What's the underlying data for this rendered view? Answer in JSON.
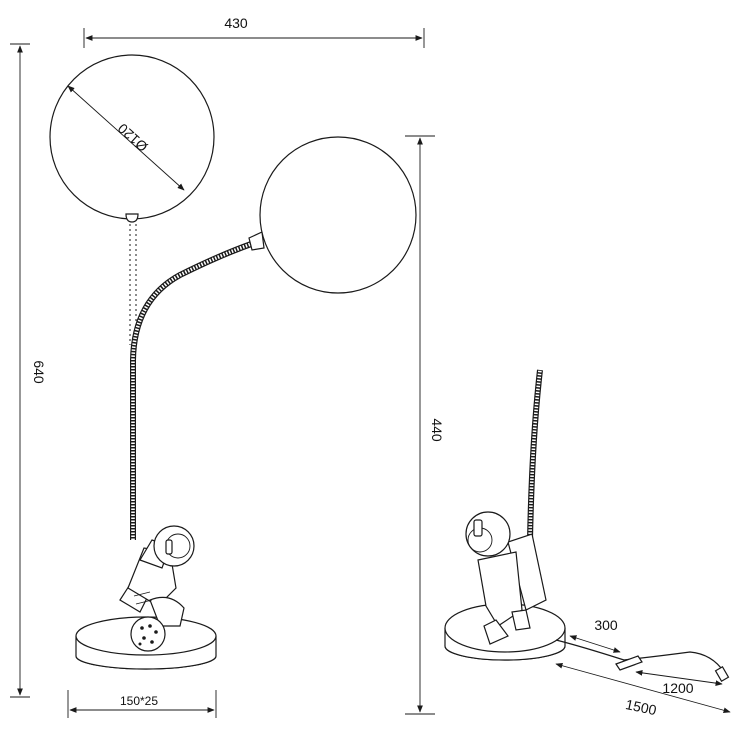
{
  "dimensions": {
    "width_total": "430",
    "height_total": "640",
    "globe_diameter": "Ø120",
    "base_size": "150*25",
    "side_height": "440",
    "cable_short": "300",
    "cable_mid": "1200",
    "cable_total": "1500"
  },
  "colors": {
    "line": "#1a1a1a",
    "background": "#ffffff"
  }
}
